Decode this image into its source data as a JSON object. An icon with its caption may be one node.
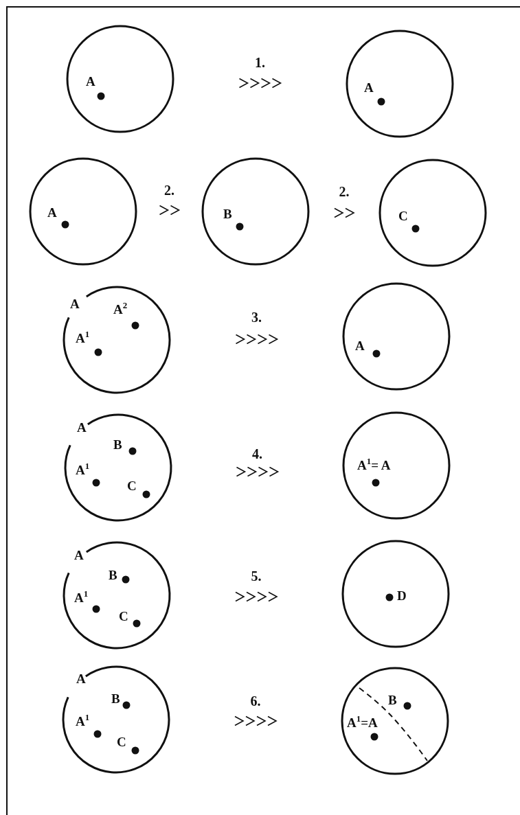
{
  "diagram": {
    "nodes": [
      {
        "text": [
          "A"
        ]
      },
      {
        "text": [
          "A"
        ]
      },
      {
        "text": [
          "A"
        ]
      },
      {
        "text": [
          "B"
        ]
      },
      {
        "text": [
          "C"
        ]
      },
      {
        "text": [
          "A",
          "A$^{2}$",
          "A$^{1}$"
        ]
      },
      {
        "text": [
          "A"
        ]
      },
      {
        "text": [
          "A",
          "B",
          "A$^{1}$",
          "C"
        ]
      },
      {
        "text": [
          "A$^{1}$= A"
        ]
      },
      {
        "text": [
          "A",
          "B",
          "A$^{1}$",
          "C"
        ]
      },
      {
        "text": [
          "D"
        ]
      },
      {
        "text": [
          "A",
          "B",
          "A$^{1}$",
          "C"
        ]
      },
      {
        "text": [
          "B",
          "A$^{1}$=A"
        ]
      }
    ],
    "edges": [
      {
        "from": 0,
        "to": 1,
        "arrow": "to",
        "label": "1."
      },
      {
        "from": 2,
        "to": 3,
        "arrow": "to",
        "label": "2."
      },
      {
        "from": 3,
        "to": 4,
        "arrow": "to",
        "label": "2."
      },
      {
        "from": 5,
        "to": 6,
        "arrow": "to",
        "label": "3."
      },
      {
        "from": 7,
        "to": 8,
        "arrow": "to",
        "label": "4."
      },
      {
        "from": 9,
        "to": 10,
        "arrow": "to",
        "label": "5."
      },
      {
        "from": 11,
        "to": 12,
        "arrow": "to",
        "label": "6."
      }
    ]
  }
}
